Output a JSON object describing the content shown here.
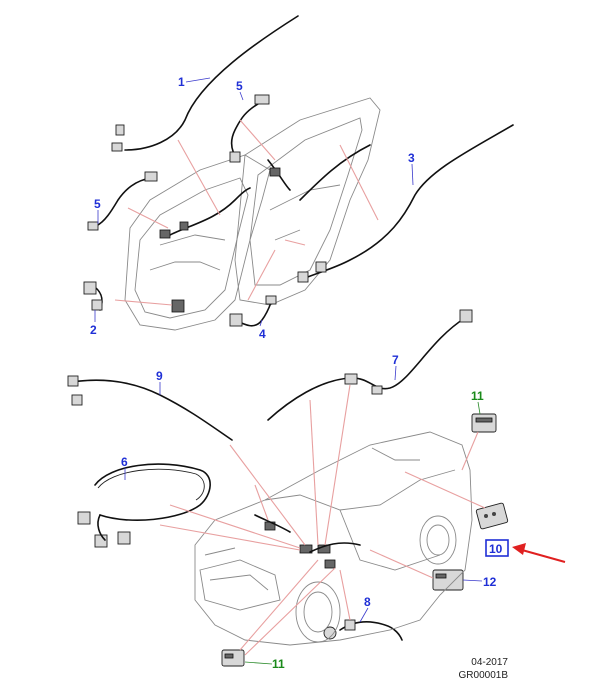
{
  "callouts": [
    {
      "id": "c1",
      "label": "1",
      "color": "#1f2fd6"
    },
    {
      "id": "c2",
      "label": "2",
      "color": "#1f2fd6"
    },
    {
      "id": "c3",
      "label": "3",
      "color": "#1f2fd6"
    },
    {
      "id": "c4",
      "label": "4",
      "color": "#1f2fd6"
    },
    {
      "id": "c5a",
      "label": "5",
      "color": "#1f2fd6"
    },
    {
      "id": "c5b",
      "label": "5",
      "color": "#1f2fd6"
    },
    {
      "id": "c6",
      "label": "6",
      "color": "#1f2fd6"
    },
    {
      "id": "c7",
      "label": "7",
      "color": "#1f2fd6"
    },
    {
      "id": "c8",
      "label": "8",
      "color": "#1f2fd6"
    },
    {
      "id": "c9",
      "label": "9",
      "color": "#1f2fd6"
    },
    {
      "id": "c10",
      "label": "10",
      "color": "#1f2fd6",
      "boxed": true
    },
    {
      "id": "c11a",
      "label": "11",
      "color": "#1a8a1a"
    },
    {
      "id": "c11b",
      "label": "11",
      "color": "#1a8a1a"
    },
    {
      "id": "c12",
      "label": "12",
      "color": "#1f2fd6"
    }
  ],
  "colors": {
    "leader": "#e8a0a0",
    "arrow": "#e02020",
    "callout_blue": "#1f2fd6",
    "callout_green": "#1a8a1a"
  },
  "footer": {
    "date": "04-2017",
    "ref": "GR00001B"
  }
}
